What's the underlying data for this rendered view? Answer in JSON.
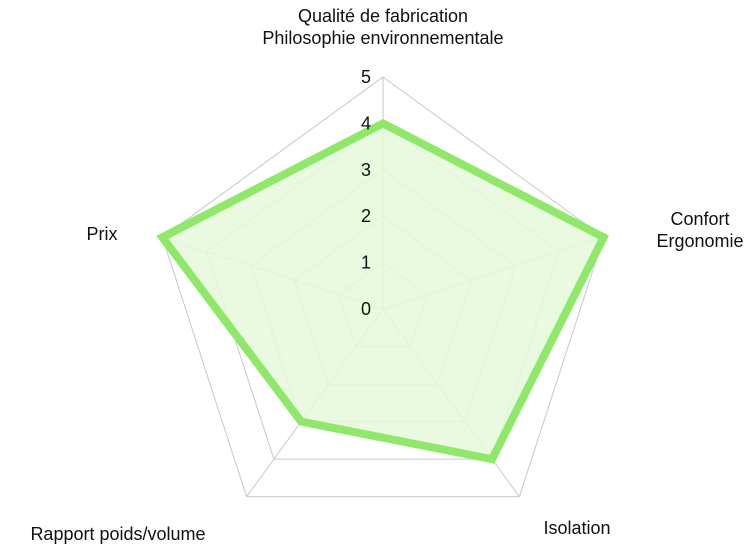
{
  "chart_data": {
    "type": "radar",
    "axes": [
      {
        "lines": [
          "Qualité de fabrication",
          "Philosophie environnementale"
        ],
        "value": 4
      },
      {
        "lines": [
          "Confort",
          "Ergonomie"
        ],
        "value": 5
      },
      {
        "lines": [
          "Isolation"
        ],
        "value": 4
      },
      {
        "lines": [
          "Rapport poids/volume"
        ],
        "value": 3
      },
      {
        "lines": [
          "Prix"
        ],
        "value": 5
      }
    ],
    "scale": {
      "min": 0,
      "max": 5,
      "ticks": [
        "0",
        "1",
        "2",
        "3",
        "4",
        "5"
      ]
    },
    "grid": true,
    "series": [
      {
        "values": [
          4,
          5,
          4,
          3,
          5
        ],
        "color": "#8fe86a",
        "fill": "#e6f9dc"
      }
    ]
  }
}
